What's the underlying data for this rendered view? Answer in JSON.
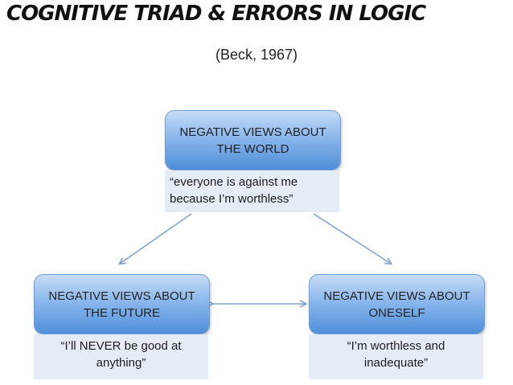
{
  "title": "COGNITIVE TRIAD & ERRORS IN LOGIC",
  "subtitle": "(Beck, 1967)",
  "nodes": {
    "world": {
      "line1": "NEGATIVE VIEWS ABOUT",
      "line2": "THE WORLD",
      "quote1": "“everyone is against me",
      "quote2": "because I’m worthless”"
    },
    "future": {
      "line1": "NEGATIVE VIEWS ABOUT",
      "line2": "THE FUTURE",
      "quote1": "“I’ll NEVER be good at",
      "quote2": "anything”"
    },
    "self": {
      "line1": "NEGATIVE VIEWS ABOUT",
      "line2": "ONESELF",
      "quote1": "“I’m worthless and",
      "quote2": "inadequate”"
    }
  },
  "colors": {
    "box_top": "#c7dcf6",
    "box_bottom": "#4f8fd9",
    "note_bg": "#e6ecf6",
    "arrow": "#7ea3cf"
  }
}
